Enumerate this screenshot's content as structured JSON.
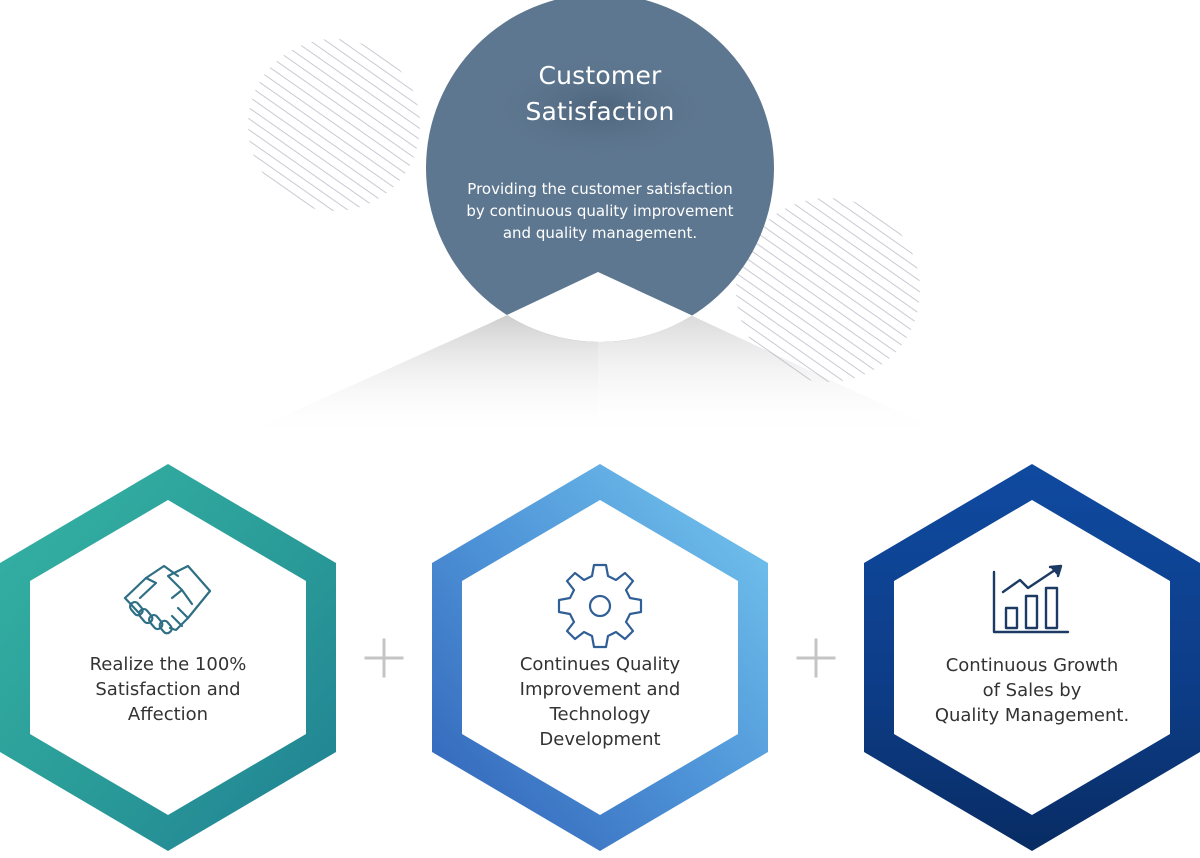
{
  "hero": {
    "title_line1": "Customer",
    "title_line2": "Satisfaction",
    "description_line1": "Providing the customer satisfaction",
    "description_line2": "by continuous quality improvement",
    "description_line3": "and quality management."
  },
  "hexagons": [
    {
      "icon": "handshake-icon",
      "color": "#2a9e9a",
      "label_lines": [
        "Realize the 100%",
        "Satisfaction and",
        "Affection"
      ]
    },
    {
      "icon": "gear-icon",
      "color": "#4a8fd8",
      "label_lines": [
        "Continues Quality",
        "Improvement and",
        "Technology",
        "Development"
      ]
    },
    {
      "icon": "growth-chart-icon",
      "color": "#0d3f8c",
      "label_lines": [
        "Continuous Growth",
        "of Sales by",
        "Quality Management."
      ]
    }
  ],
  "colors": {
    "hero_circle": "#5e7790",
    "stripe": "#c9c9d2",
    "plus": "#c4c4c4",
    "icon_teal": "#2f6f85",
    "icon_blue": "#2f5f94",
    "icon_navy": "#1c3a63"
  }
}
